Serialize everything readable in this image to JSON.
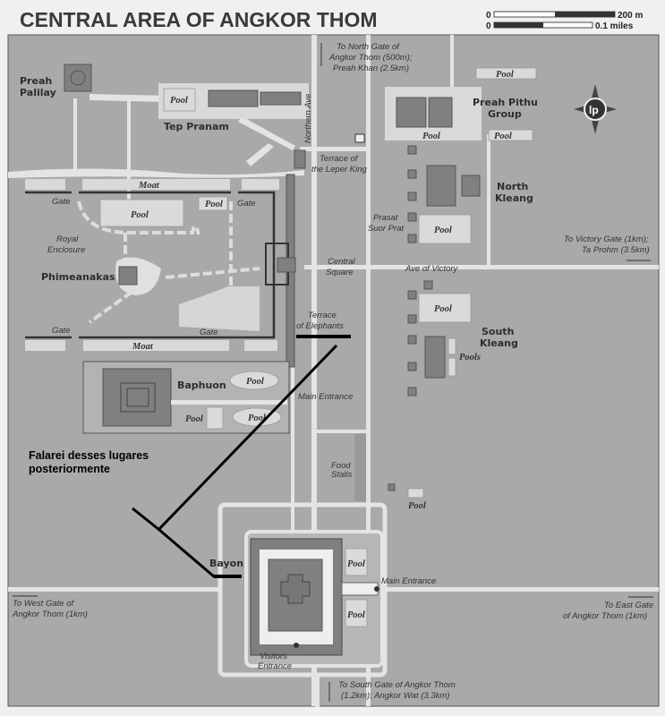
{
  "title": "CENTRAL AREA OF ANGKOR THOM",
  "scale": {
    "zero_m": "0",
    "metric": "200 m",
    "zero_mi": "0",
    "imperial": "0.1 miles"
  },
  "compass_logo": "lp",
  "colors": {
    "map_bg": "#a9a9a9",
    "road": "#e4e4e4",
    "building": "#808080",
    "annotation": "#000000"
  },
  "places": {
    "preah_palilay_1": "Preah",
    "preah_palilay_2": "Palilay",
    "tep_pranam": "Tep Pranam",
    "preah_pithu_1": "Preah Pithu",
    "preah_pithu_2": "Group",
    "north_kleang_1": "North",
    "north_kleang_2": "Kleang",
    "south_kleang_1": "South",
    "south_kleang_2": "Kleang",
    "phimeanakas": "Phimeanakas",
    "baphuon": "Baphuon",
    "bayon": "Bayon"
  },
  "labels": {
    "north_gate_1": "To North Gate of",
    "north_gate_2": "Angkor Thom (500m);",
    "north_gate_3": "Preah Khan (2.5km)",
    "northern_ave": "Northern Ave",
    "leper_1": "Terrace of",
    "leper_2": "the Leper King",
    "moat_top": "Moat",
    "moat_bottom": "Moat",
    "gate_tl": "Gate",
    "gate_tr": "Gate",
    "gate_bl": "Gate",
    "gate_br": "Gate",
    "royal_1": "Royal",
    "royal_2": "Enclosure",
    "suor_prat_1": "Prasat",
    "suor_prat_2": "Suor Prat",
    "victory_1": "To Victory Gate (1km);",
    "victory_2": "Ta Prohm (3.5km)",
    "central_1": "Central",
    "central_2": "Square",
    "ave_victory": "Ave of Victory",
    "elephants_1": "Terrace",
    "elephants_2": "of Elephants",
    "main_entrance_1": "Main Entrance",
    "pools": "Pools",
    "food_1": "Food",
    "food_2": "Stalls",
    "main_entrance_2": "Main Entrance",
    "west_1": "To West Gate of",
    "west_2": "Angkor Thom (1km)",
    "east_1": "To East Gate",
    "east_2": "of Angkor Thom (1km)",
    "visitors_1": "Visitors",
    "visitors_2": "Entrance",
    "south_1": "To South Gate of Angkor Thom",
    "south_2": "(1.2km); Angkor Wat (3.3km)"
  },
  "pool_label": "Pool",
  "annotation": {
    "line1": "Falarei desses lugares",
    "line2": "posteriormente"
  }
}
